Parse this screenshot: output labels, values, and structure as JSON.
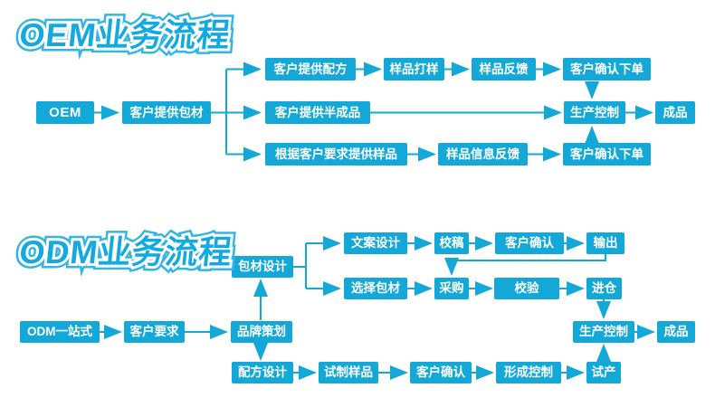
{
  "colors": {
    "box": "#14a8d8",
    "arrow": "#14a8d8",
    "title_fill": "#14aadf",
    "title_outline": "#ffffff",
    "title_edge": "#35b5e2",
    "background": "#ffffff"
  },
  "oem": {
    "title": "OEM业务流程",
    "nodes": {
      "start": "OEM",
      "pack": "客户提供包材",
      "formula": "客户提供配方",
      "sample_make": "样品打样",
      "sample_feedback": "样品反馈",
      "confirm_order_top": "客户确认下单",
      "semi_finished": "客户提供半成品",
      "production_control": "生产控制",
      "finished": "成品",
      "sample_by_request": "根据客户要求提供样品",
      "sample_info_feedback": "样品信息反馈",
      "confirm_order_bottom": "客户确认下单"
    }
  },
  "odm": {
    "title": "ODM业务流程",
    "nodes": {
      "start": "ODM一站式",
      "requirement": "客户要求",
      "brand_planning": "品牌策划",
      "packaging_design": "包材设计",
      "copy_design": "文案设计",
      "proofread": "校稿",
      "customer_confirm_1": "客户确认",
      "output": "输出",
      "select_packaging": "选择包材",
      "purchase": "采购",
      "verify": "校验",
      "warehouse": "进仓",
      "production_control": "生产控制",
      "finished": "成品",
      "formula_design": "配方设计",
      "trial_sample": "试制样品",
      "customer_confirm_2": "客户确认",
      "forming_control": "形成控制",
      "pilot_production": "试产"
    }
  }
}
